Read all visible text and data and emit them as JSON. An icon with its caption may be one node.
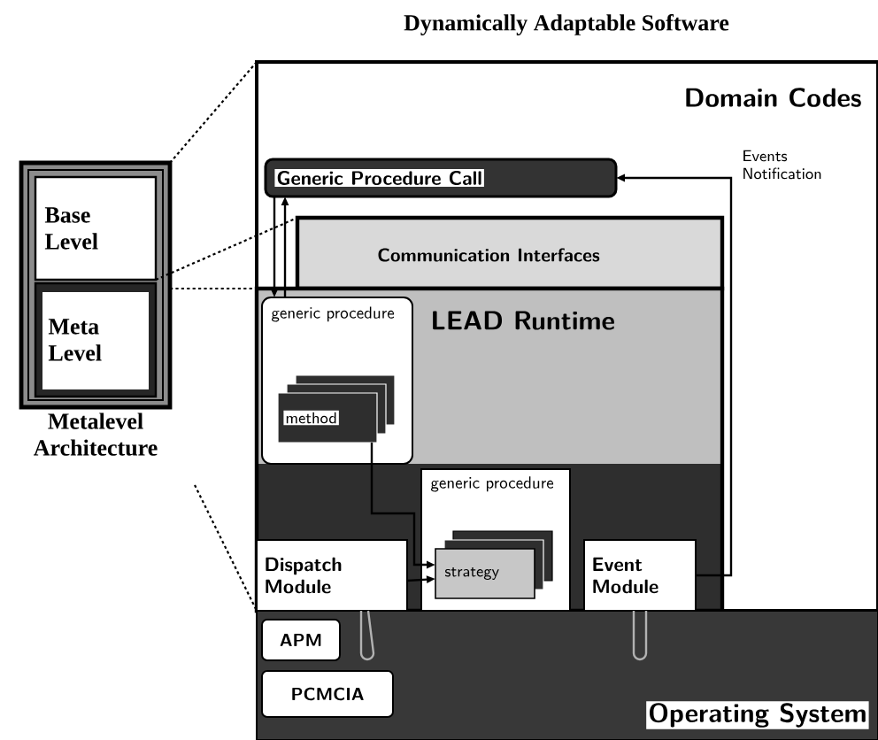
{
  "diagram": {
    "title": "Dynamically Adaptable Software",
    "nodes": [
      {
        "text": [
          "Metalevel Architecture"
        ]
      },
      {
        "text": [
          "Base Level"
        ],
        "in": 0
      },
      {
        "text": [
          "Meta Level"
        ],
        "in": 0
      },
      {
        "text": [
          "Domain Codes"
        ]
      },
      {
        "text": [
          "Generic Procedure Call"
        ],
        "in": 3
      },
      {
        "text": [
          "Communication Interfaces"
        ],
        "in": 3
      },
      {
        "text": [
          "LEAD Runtime"
        ],
        "in": 3
      },
      {
        "text": [
          "generic procedure"
        ],
        "in": 6
      },
      {
        "text": [
          "method"
        ],
        "in": 7
      },
      {
        "text": [
          "generic procedure"
        ],
        "in": 6
      },
      {
        "text": [
          "strategy"
        ],
        "in": 9
      },
      {
        "text": [
          "Dispatch Module"
        ],
        "in": 6
      },
      {
        "text": [
          "Event Module"
        ],
        "in": 6
      },
      {
        "text": [
          "Operating System"
        ]
      },
      {
        "text": [
          "APM"
        ],
        "in": 13
      },
      {
        "text": [
          "PCMCIA"
        ],
        "in": 13
      }
    ],
    "edges": [
      {
        "from": 4,
        "to": 7,
        "arrow": "to"
      },
      {
        "from": 7,
        "to": 4,
        "arrow": "to"
      },
      {
        "from": 8,
        "to": 10,
        "arrow": "to"
      },
      {
        "from": 11,
        "to": 10,
        "arrow": "to"
      },
      {
        "from": 12,
        "to": 4,
        "arrow": "to",
        "label": "Events Notification"
      },
      {
        "from": 11,
        "to": 13,
        "arrow": "none",
        "color": "#b2b2b2"
      },
      {
        "from": 12,
        "to": 13,
        "arrow": "none",
        "color": "#b2b2b2"
      },
      {
        "from": 0,
        "to": 3,
        "arrow": "none",
        "style": "dashed"
      },
      {
        "from": 1,
        "to": 5,
        "arrow": "none",
        "style": "dashed"
      },
      {
        "from": 2,
        "to": 6,
        "arrow": "none",
        "style": "dashed"
      },
      {
        "from": 0,
        "to": 13,
        "arrow": "none",
        "style": "dashed"
      }
    ]
  }
}
